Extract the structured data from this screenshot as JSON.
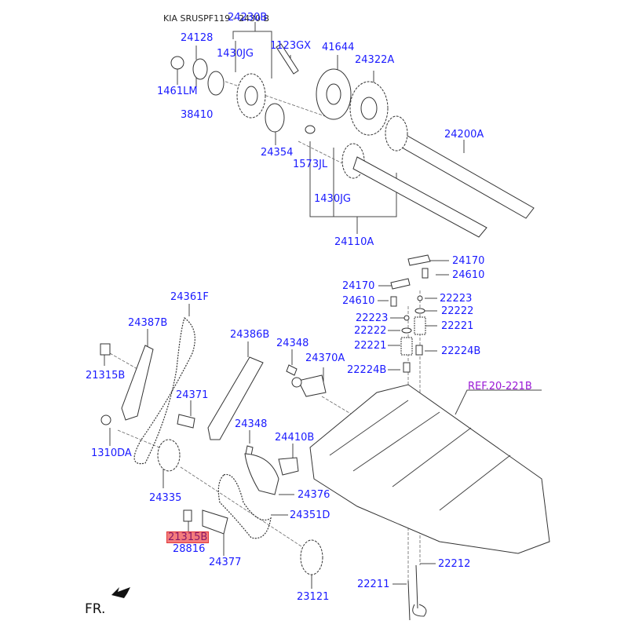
{
  "header": {
    "title": "KIA SRUSPF119 - 2430 B"
  },
  "orientation": {
    "label": "FR."
  },
  "colors": {
    "label": "#1a1aff",
    "highlight_bg": "#f47c7c",
    "highlight_text": "#8a1a6a",
    "ref": "#9b1ad6"
  },
  "callouts": [
    {
      "id": "24230B",
      "text": "24230B"
    },
    {
      "id": "24128",
      "text": "24128"
    },
    {
      "id": "1430JG_top",
      "text": "1430JG"
    },
    {
      "id": "1123GX",
      "text": "1123GX"
    },
    {
      "id": "41644",
      "text": "41644"
    },
    {
      "id": "24322A",
      "text": "24322A"
    },
    {
      "id": "1461LM",
      "text": "1461LM"
    },
    {
      "id": "38410",
      "text": "38410"
    },
    {
      "id": "24354",
      "text": "24354"
    },
    {
      "id": "1573JL",
      "text": "1573JL"
    },
    {
      "id": "24200A",
      "text": "24200A"
    },
    {
      "id": "1430JG_mid",
      "text": "1430JG"
    },
    {
      "id": "24110A",
      "text": "24110A"
    },
    {
      "id": "24170_r",
      "text": "24170"
    },
    {
      "id": "24610_r",
      "text": "24610"
    },
    {
      "id": "24170_l",
      "text": "24170"
    },
    {
      "id": "24610_l",
      "text": "24610"
    },
    {
      "id": "22223_r",
      "text": "22223"
    },
    {
      "id": "22222_r",
      "text": "22222"
    },
    {
      "id": "22223_l",
      "text": "22223"
    },
    {
      "id": "22221_r",
      "text": "22221"
    },
    {
      "id": "22222_l",
      "text": "22222"
    },
    {
      "id": "22221_l",
      "text": "22221"
    },
    {
      "id": "22224B_r",
      "text": "22224B"
    },
    {
      "id": "22224B_l",
      "text": "22224B"
    },
    {
      "id": "REF",
      "text": "REF.20-221B"
    },
    {
      "id": "24361F",
      "text": "24361F"
    },
    {
      "id": "24387B",
      "text": "24387B"
    },
    {
      "id": "24386B",
      "text": "24386B"
    },
    {
      "id": "24348_top",
      "text": "24348"
    },
    {
      "id": "24370A",
      "text": "24370A"
    },
    {
      "id": "21315B_top",
      "text": "21315B"
    },
    {
      "id": "24371",
      "text": "24371"
    },
    {
      "id": "24348_mid",
      "text": "24348"
    },
    {
      "id": "24410B",
      "text": "24410B"
    },
    {
      "id": "1310DA",
      "text": "1310DA"
    },
    {
      "id": "24335",
      "text": "24335"
    },
    {
      "id": "24376",
      "text": "24376"
    },
    {
      "id": "24351D",
      "text": "24351D"
    },
    {
      "id": "21315B_sel",
      "text": "21315B",
      "highlighted": true
    },
    {
      "id": "28816",
      "text": "28816"
    },
    {
      "id": "24377",
      "text": "24377"
    },
    {
      "id": "22212",
      "text": "22212"
    },
    {
      "id": "22211",
      "text": "22211"
    },
    {
      "id": "23121",
      "text": "23121"
    }
  ]
}
